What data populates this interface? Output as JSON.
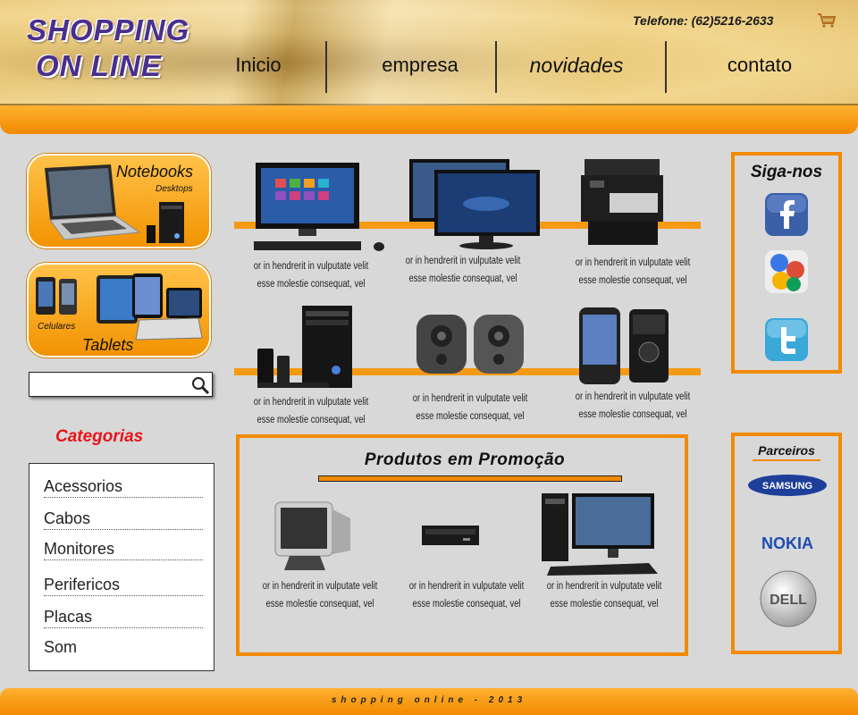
{
  "header": {
    "logo_line1": "SHOPPING",
    "logo_line2": "ON LINE",
    "phone": "Telefone: (62)5216-2633",
    "cart_icon": "shopping-cart-icon",
    "nav": [
      {
        "label": "Inicio"
      },
      {
        "label": "empresa"
      },
      {
        "label": "novidades"
      },
      {
        "label": "contato"
      }
    ]
  },
  "sidebar": {
    "promo1": {
      "title": "Notebooks",
      "subtitle": "Desktops"
    },
    "promo2": {
      "title": "Tablets",
      "subtitle": "Celulares"
    },
    "search": {
      "placeholder": "",
      "icon": "search-icon"
    },
    "categories_title": "Categorias",
    "categories": [
      {
        "label": "Acessorios"
      },
      {
        "label": "Cabos"
      },
      {
        "label": "Monitores"
      },
      {
        "label": "Perifericos"
      },
      {
        "label": "Placas"
      },
      {
        "label": "Som"
      }
    ]
  },
  "products": [
    {
      "line1": "or in hendrerit in vulputate velit",
      "line2": "esse molestie consequat, vel",
      "icon": "all-in-one-pc-image"
    },
    {
      "line1": "or in hendrerit in vulputate velit",
      "line2": "esse molestie consequat, vel",
      "icon": "monitors-image"
    },
    {
      "line1": "or in hendrerit in vulputate velit",
      "line2": "esse molestie consequat, vel",
      "icon": "printer-image"
    },
    {
      "line1": "or in hendrerit in vulputate velit",
      "line2": "esse molestie consequat, vel",
      "icon": "desktop-tower-image"
    },
    {
      "line1": "or in hendrerit in vulputate velit",
      "line2": "esse molestie consequat, vel",
      "icon": "speakers-image"
    },
    {
      "line1": "or in hendrerit in vulputate velit",
      "line2": "esse molestie consequat, vel",
      "icon": "cellphones-image"
    }
  ],
  "promotions": {
    "title": "Produtos em Promoção",
    "items": [
      {
        "line1": "or in hendrerit in vulputate velit",
        "line2": "esse molestie consequat, vel",
        "icon": "crt-monitor-image"
      },
      {
        "line1": "or in hendrerit in vulputate velit",
        "line2": "esse molestie consequat, vel",
        "icon": "dvd-drive-image"
      },
      {
        "line1": "or in hendrerit in vulputate velit",
        "line2": "esse molestie consequat, vel",
        "icon": "desktop-set-image"
      }
    ]
  },
  "social": {
    "title": "Siga-nos",
    "items": [
      {
        "icon": "facebook-icon"
      },
      {
        "icon": "google-icon"
      },
      {
        "icon": "twitter-icon"
      }
    ]
  },
  "partners": {
    "title": "Parceiros",
    "items": [
      {
        "name": "SAMSUNG"
      },
      {
        "name": "NOKIA"
      },
      {
        "name": "DELL"
      }
    ]
  },
  "footer": {
    "text": "shopping online - 2013"
  },
  "colors": {
    "accent": "#f28a00",
    "category_title": "#e8141b",
    "logo": "#4a2f8c"
  }
}
